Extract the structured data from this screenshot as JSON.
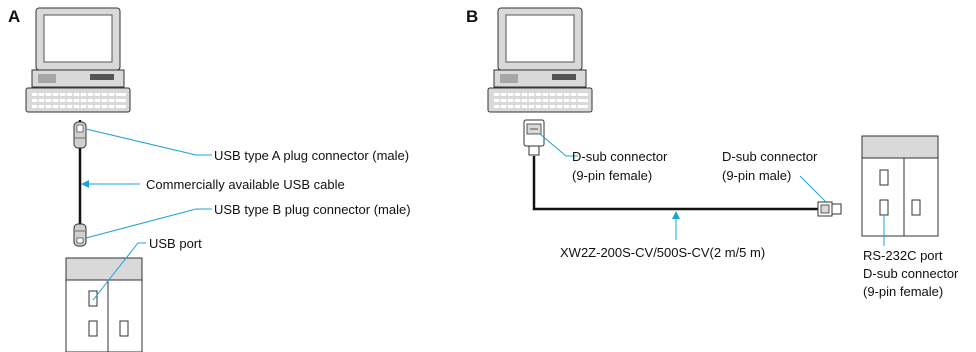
{
  "panels": {
    "a": {
      "letter": "A",
      "labels": {
        "usb_a_plug": "USB type A plug connector (male)",
        "usb_cable": "Commercially available USB cable",
        "usb_b_plug": "USB type B plug connector (male)",
        "usb_port": "USB port"
      }
    },
    "b": {
      "letter": "B",
      "labels": {
        "dsub_pc_line1": "D-sub connector",
        "dsub_pc_line2": "(9-pin female)",
        "dsub_plc_line1": "D-sub connector",
        "dsub_plc_line2": "(9-pin male)",
        "cable_model": "XW2Z-200S-CV/500S-CV(2 m/5 m)",
        "rs232c_line1": "RS-232C port",
        "rs232c_line2": "D-sub connector",
        "rs232c_line3": "(9-pin female)"
      }
    }
  },
  "colors": {
    "leader": "#1aa3dc",
    "device_fill": "#d9d9d9",
    "device_dark": "#a6a6a6",
    "outline": "#333333",
    "cable": "#111111"
  }
}
